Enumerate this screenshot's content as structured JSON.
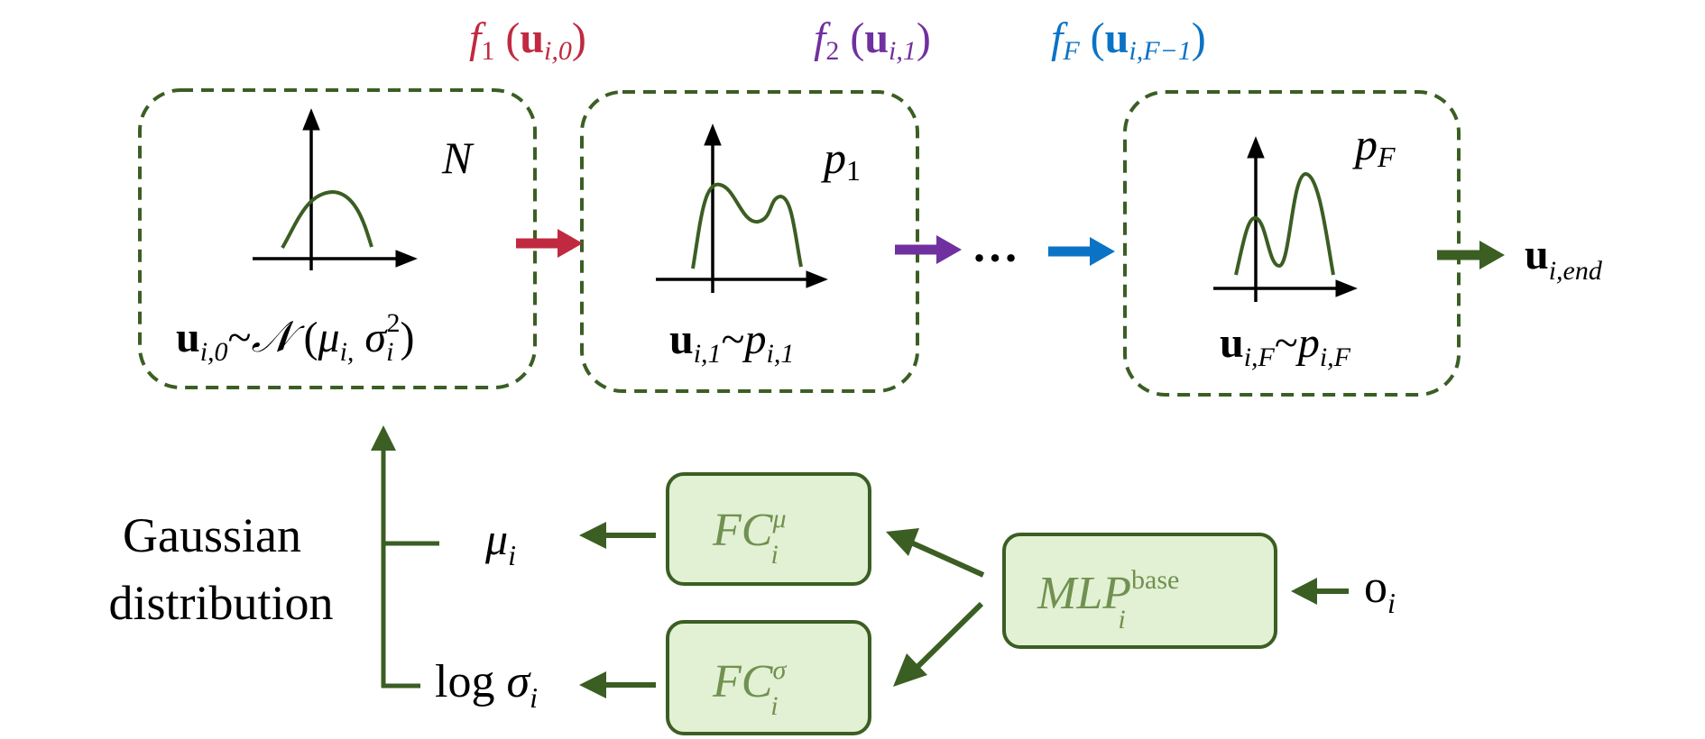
{
  "colors": {
    "green_dark": "#3b5e23",
    "green_light_fill": "#e2f0d4",
    "green_text": "#70914f",
    "red": "#c0293f",
    "purple": "#7030a0",
    "blue": "#0a73c6"
  },
  "flows": {
    "f1": {
      "fn": "f",
      "sub": "1",
      "arg_sub": "i,0"
    },
    "f2": {
      "fn": "f",
      "sub": "2",
      "arg_sub": "i,1"
    },
    "fF": {
      "fn": "f",
      "sub": "F",
      "arg_sub": "i,F−1"
    },
    "arg_var": "u"
  },
  "boxes": {
    "normal": {
      "label": "N",
      "eq_lhs_var": "u",
      "eq_lhs_sub": "i,0",
      "eq_tilde": "~",
      "eq_dist": "𝒩",
      "eq_open": "(",
      "eq_mu": "μ",
      "eq_mu_sub": "i,",
      "eq_sigma": "σ",
      "eq_sigma_sub": "i",
      "eq_sigma_sup": "2",
      "eq_close": ")"
    },
    "p1": {
      "label": "p",
      "label_sub": "1",
      "eq_lhs_var": "u",
      "eq_lhs_sub": "i,1",
      "eq_tilde": "~",
      "eq_p": "p",
      "eq_p_sub": "i,1"
    },
    "pF": {
      "label": "p",
      "label_sub": "F",
      "eq_lhs_var": "u",
      "eq_lhs_sub": "i,F",
      "eq_tilde": "~",
      "eq_p": "p",
      "eq_p_sub": "i,F"
    }
  },
  "ellipsis": "…",
  "output": {
    "var": "u",
    "sub": "i,end"
  },
  "gaussian_label": {
    "line1": "Gaussian",
    "line2": "distribution"
  },
  "mu_label": {
    "sym": "μ",
    "sub": "i"
  },
  "log_sigma_label": {
    "log": "log",
    "sym": "σ",
    "sub": "i"
  },
  "fc_mu": {
    "name": "FC",
    "sup": "μ",
    "sub": "i"
  },
  "fc_sigma": {
    "name": "FC",
    "sup": "σ",
    "sub": "i"
  },
  "mlp": {
    "name": "MLP",
    "sup": "base",
    "sub": "i"
  },
  "input": {
    "sym": "o",
    "sub": "i"
  }
}
